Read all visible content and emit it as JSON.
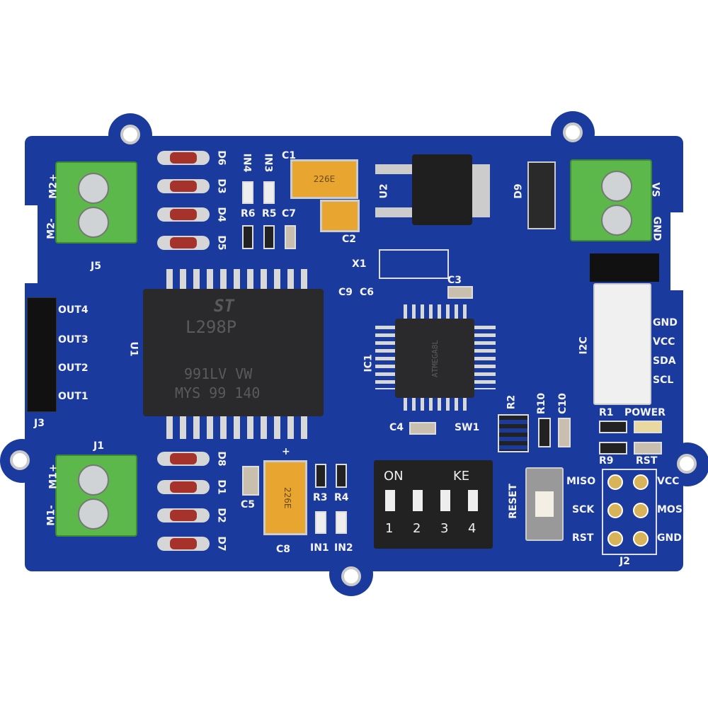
{
  "board": {
    "color": "#1b3a9e",
    "silk_color": "#f4f4f4"
  },
  "main_chip": {
    "label": "U1",
    "logo": "ST",
    "part": "L298P",
    "line1": "991LV VW",
    "line2": "MYS 99 140"
  },
  "mcu": {
    "label": "IC1",
    "marking": "ATMEGA8L"
  },
  "terminals": {
    "j5": {
      "label": "J5",
      "pins": [
        "M2+",
        "M2-"
      ]
    },
    "j1": {
      "label": "J1",
      "pins": [
        "M1+",
        "M1-"
      ]
    },
    "vs": {
      "pins": [
        "VS",
        "GND"
      ]
    }
  },
  "j3": {
    "label": "J3",
    "pins": [
      "OUT4",
      "OUT3",
      "OUT2",
      "OUT1"
    ]
  },
  "i2c": {
    "label": "I2C",
    "pins": [
      "GND",
      "VCC",
      "SDA",
      "SCL"
    ]
  },
  "j2": {
    "label": "J2",
    "left": [
      "MISO",
      "SCK",
      "RST"
    ],
    "right": [
      "VCC",
      "MOSI",
      "GND"
    ]
  },
  "diodes_top": [
    "D6",
    "D3",
    "D4",
    "D5"
  ],
  "diodes_bottom": [
    "D8",
    "D1",
    "D2",
    "D7"
  ],
  "leds_top": [
    "IN4",
    "IN3"
  ],
  "leds_bottom": [
    "IN1",
    "IN2"
  ],
  "resistors": {
    "r6": "R6",
    "r5": "R5",
    "r3": "R3",
    "r4": "R4",
    "r1": "R1",
    "r9": "R9",
    "r2": "R2",
    "r10": "R10"
  },
  "caps": {
    "c1": "C1",
    "c2": "C2",
    "c7": "C7",
    "c3": "C3",
    "c9": "C9",
    "c6": "C6",
    "c4": "C4",
    "c5": "C5",
    "c8": "C8",
    "c10": "C10"
  },
  "tantalum": {
    "c1": "226E",
    "c8": "226E"
  },
  "other": {
    "u2": "U2",
    "d9": "D9",
    "x1": "X1",
    "sw1": "SW1",
    "reset": "RESET",
    "power": "POWER",
    "rst": "RST",
    "plus": "+"
  },
  "dip": {
    "on": "ON",
    "ke": "KE",
    "numbers": [
      "1",
      "2",
      "3",
      "4"
    ]
  }
}
